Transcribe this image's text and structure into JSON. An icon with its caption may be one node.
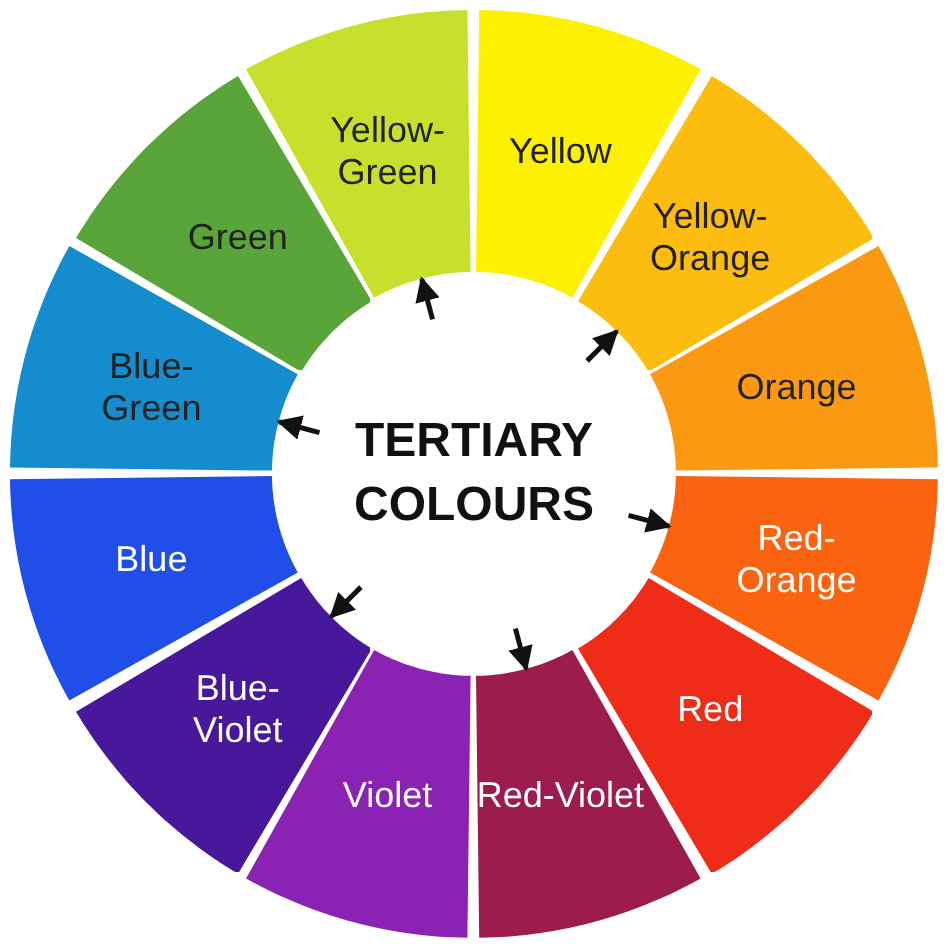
{
  "diagram": {
    "nodes": [
      {
        "text": [
          "TERTIARY COLOURS"
        ]
      },
      {
        "text": [
          "Yellow"
        ]
      },
      {
        "text": [
          "Yellow-Orange"
        ]
      },
      {
        "text": [
          "Orange"
        ]
      },
      {
        "text": [
          "Red-Orange"
        ]
      },
      {
        "text": [
          "Red"
        ]
      },
      {
        "text": [
          "Red-Violet"
        ]
      },
      {
        "text": [
          "Violet"
        ]
      },
      {
        "text": [
          "Blue-Violet"
        ]
      },
      {
        "text": [
          "Blue"
        ]
      },
      {
        "text": [
          "Blue-Green"
        ]
      },
      {
        "text": [
          "Green"
        ]
      },
      {
        "text": [
          "Yellow-Green"
        ]
      }
    ],
    "edges": [
      {
        "from": 0,
        "to": 2,
        "arrow": "to"
      },
      {
        "from": 0,
        "to": 4,
        "arrow": "to"
      },
      {
        "from": 0,
        "to": 6,
        "arrow": "to"
      },
      {
        "from": 0,
        "to": 8,
        "arrow": "to"
      },
      {
        "from": 0,
        "to": 10,
        "arrow": "to"
      },
      {
        "from": 0,
        "to": 12,
        "arrow": "to"
      }
    ]
  }
}
